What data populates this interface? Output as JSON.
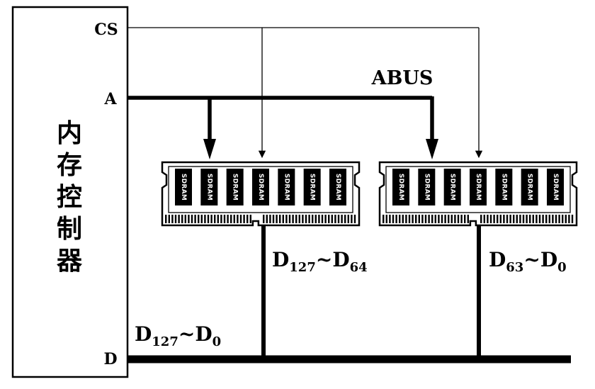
{
  "controller": {
    "title_chars": [
      "内",
      "存",
      "控",
      "制",
      "器"
    ]
  },
  "pins": {
    "cs": "CS",
    "a": "A",
    "d": "D"
  },
  "bus": {
    "abus_label": "ABUS"
  },
  "modules": [
    {
      "chip_label": "SDRAM",
      "chip_count": 7,
      "data_range": {
        "high_main": "D",
        "high_sub": "127",
        "sep": "~",
        "low_main": "D",
        "low_sub": "64"
      }
    },
    {
      "chip_label": "SDRAM",
      "chip_count": 7,
      "data_range": {
        "high_main": "D",
        "high_sub": "63",
        "sep": "~",
        "low_main": "D",
        "low_sub": "0"
      }
    }
  ],
  "data_bus": {
    "range": {
      "high_main": "D",
      "high_sub": "127",
      "sep": "~",
      "low_main": "D",
      "low_sub": "0"
    }
  },
  "colors": {
    "line": "#000000",
    "module_fill": "#ffffff",
    "chip_fill": "#000000",
    "chip_text": "#ffffff"
  }
}
